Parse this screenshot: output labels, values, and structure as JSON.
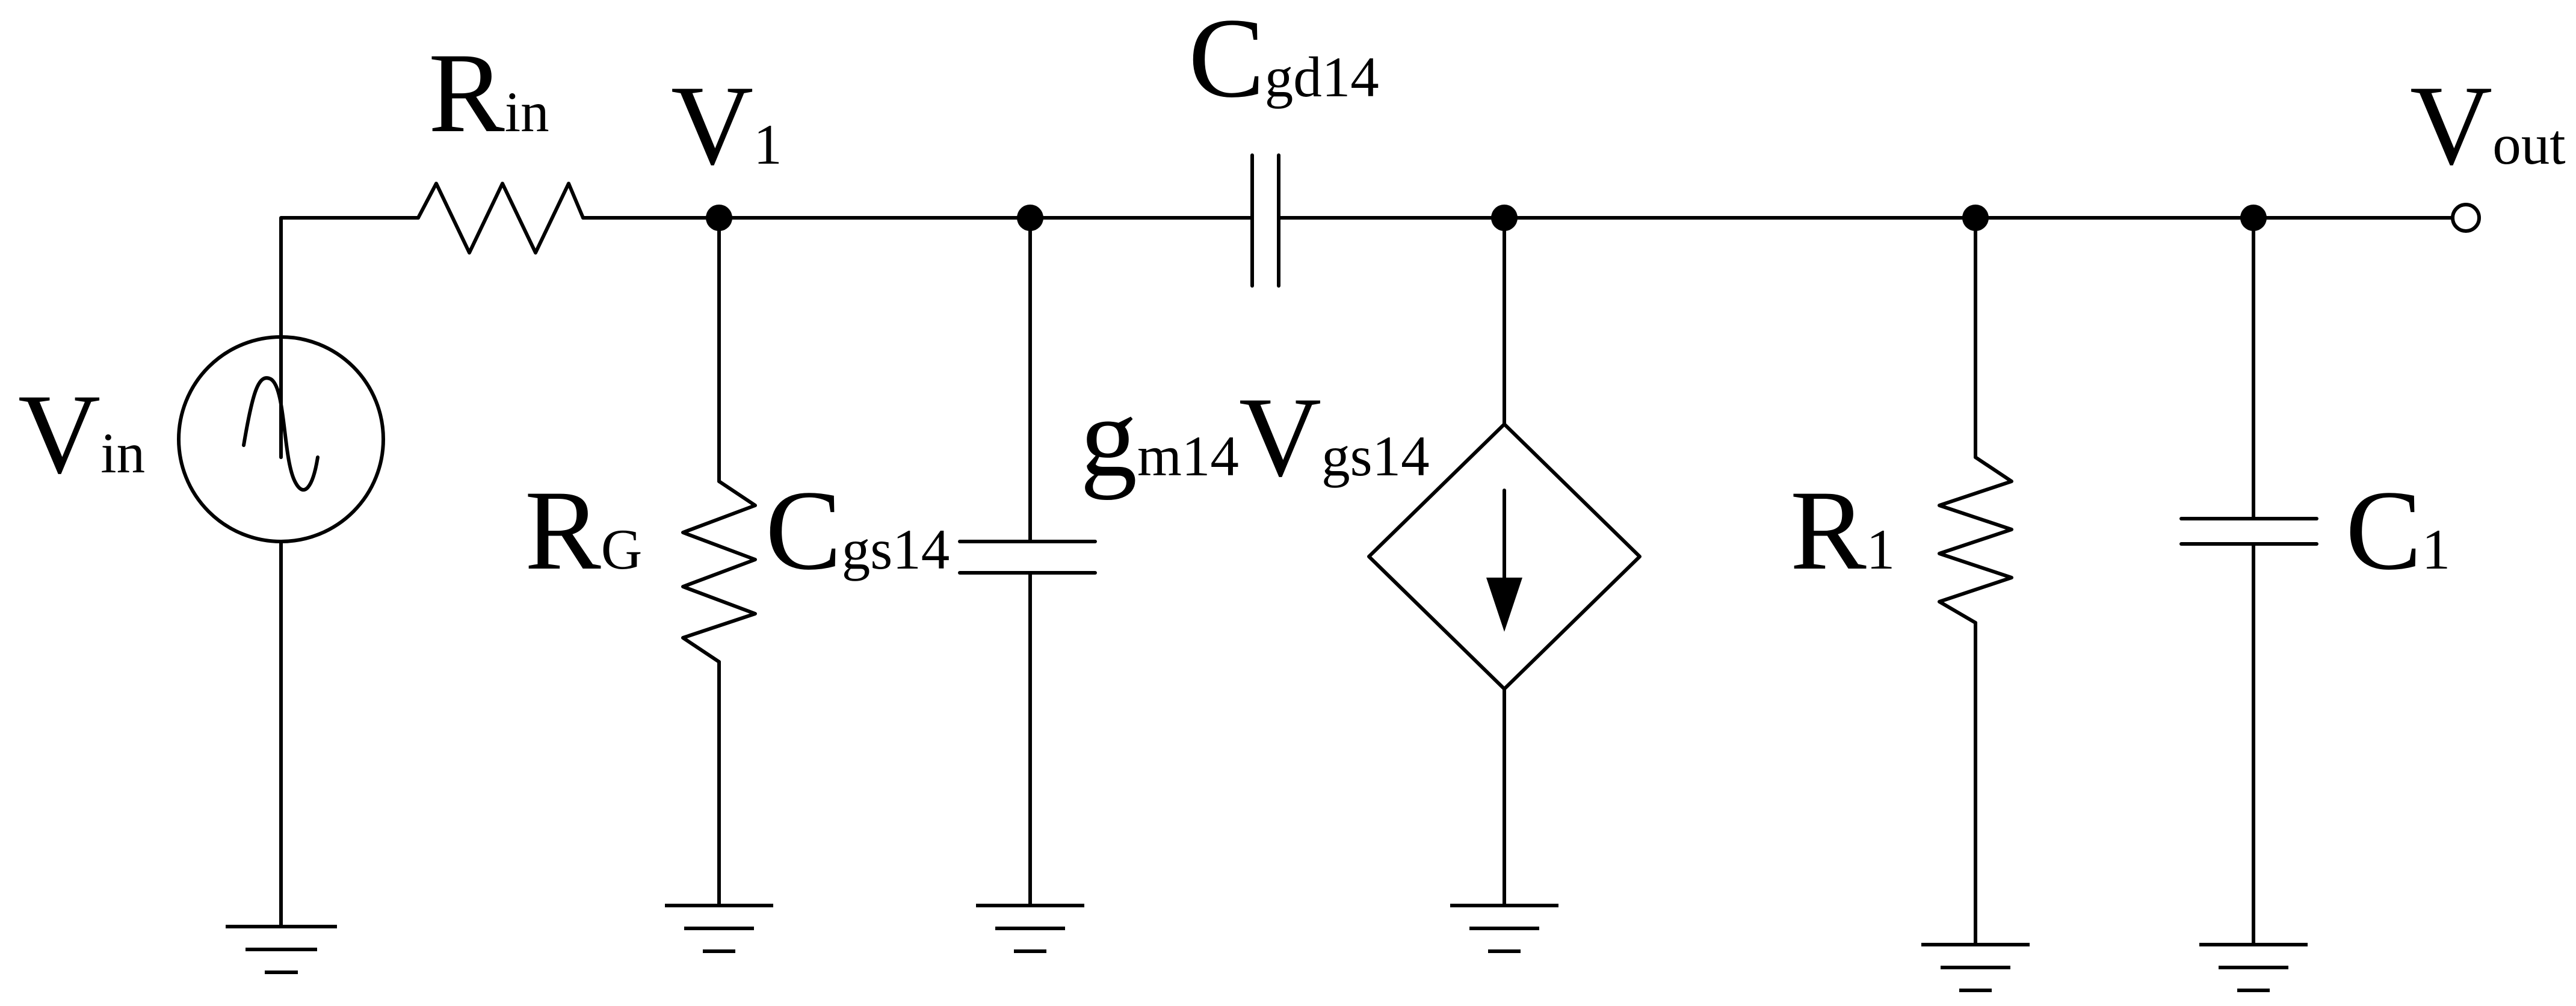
{
  "labels": {
    "vin": {
      "main": "V",
      "sub": "in"
    },
    "rin": {
      "main": "R",
      "sub": "in"
    },
    "v1": {
      "main": "V",
      "sub": "1"
    },
    "cgd": {
      "main": "C",
      "sub": "gd14"
    },
    "vout": {
      "main": "V",
      "sub": "out"
    },
    "rg": {
      "main": "R",
      "sub": "G"
    },
    "cgs": {
      "main": "C",
      "sub": "gs14"
    },
    "gm": {
      "main": "g",
      "sub": "m14"
    },
    "vgs": {
      "main": "V",
      "sub": "gs14"
    },
    "r1": {
      "main": "R",
      "sub": "1"
    },
    "c1": {
      "main": "C",
      "sub": "1"
    }
  },
  "components": [
    {
      "id": "voltage-source",
      "type": "ac-voltage-source",
      "label": "Vin"
    },
    {
      "id": "resistor-rin",
      "type": "resistor",
      "label": "Rin"
    },
    {
      "id": "resistor-rg",
      "type": "resistor",
      "label": "RG"
    },
    {
      "id": "capacitor-cgs14",
      "type": "capacitor",
      "label": "Cgs14"
    },
    {
      "id": "capacitor-cgd14",
      "type": "capacitor",
      "label": "Cgd14"
    },
    {
      "id": "dependent-current-source",
      "type": "vccs",
      "label": "gm14 Vgs14"
    },
    {
      "id": "resistor-r1",
      "type": "resistor",
      "label": "R1"
    },
    {
      "id": "capacitor-c1",
      "type": "capacitor",
      "label": "C1"
    }
  ],
  "style": {
    "stroke": "#000000",
    "background": "#ffffff"
  }
}
